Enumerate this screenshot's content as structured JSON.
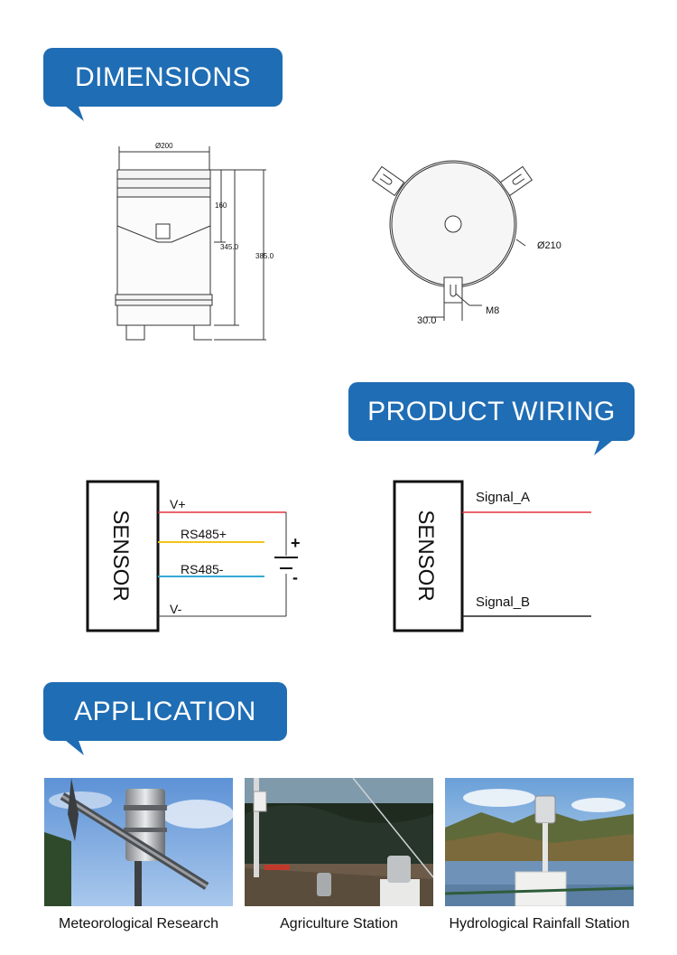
{
  "sections": {
    "dimensions": "DIMENSIONS",
    "wiring": "PRODUCT WIRING",
    "application": "APPLICATION"
  },
  "dimensions": {
    "side_top_diameter": "Ø200",
    "side_height_1": "160",
    "side_height_2": "345.0",
    "side_height_3": "385.0",
    "top_diameter": "Ø210",
    "top_bolt": "M8",
    "top_offset": "30.0"
  },
  "wiring_4wire": {
    "box_label": "SENSOR",
    "lines": [
      "V+",
      "RS485+",
      "RS485-",
      "V-"
    ],
    "plus": "+",
    "minus": "-",
    "colors": [
      "#e2343c",
      "#f0c419",
      "#36a9d6",
      "#222222"
    ]
  },
  "wiring_2wire": {
    "box_label": "SENSOR",
    "lines": [
      "Signal_A",
      "Signal_B"
    ],
    "colors": [
      "#e2343c",
      "#222222"
    ]
  },
  "applications": [
    {
      "caption": "Meteorological Research"
    },
    {
      "caption": "Agriculture Station"
    },
    {
      "caption": "Hydrological Rainfall Station"
    }
  ],
  "colors": {
    "accent": "#1f6db4"
  }
}
